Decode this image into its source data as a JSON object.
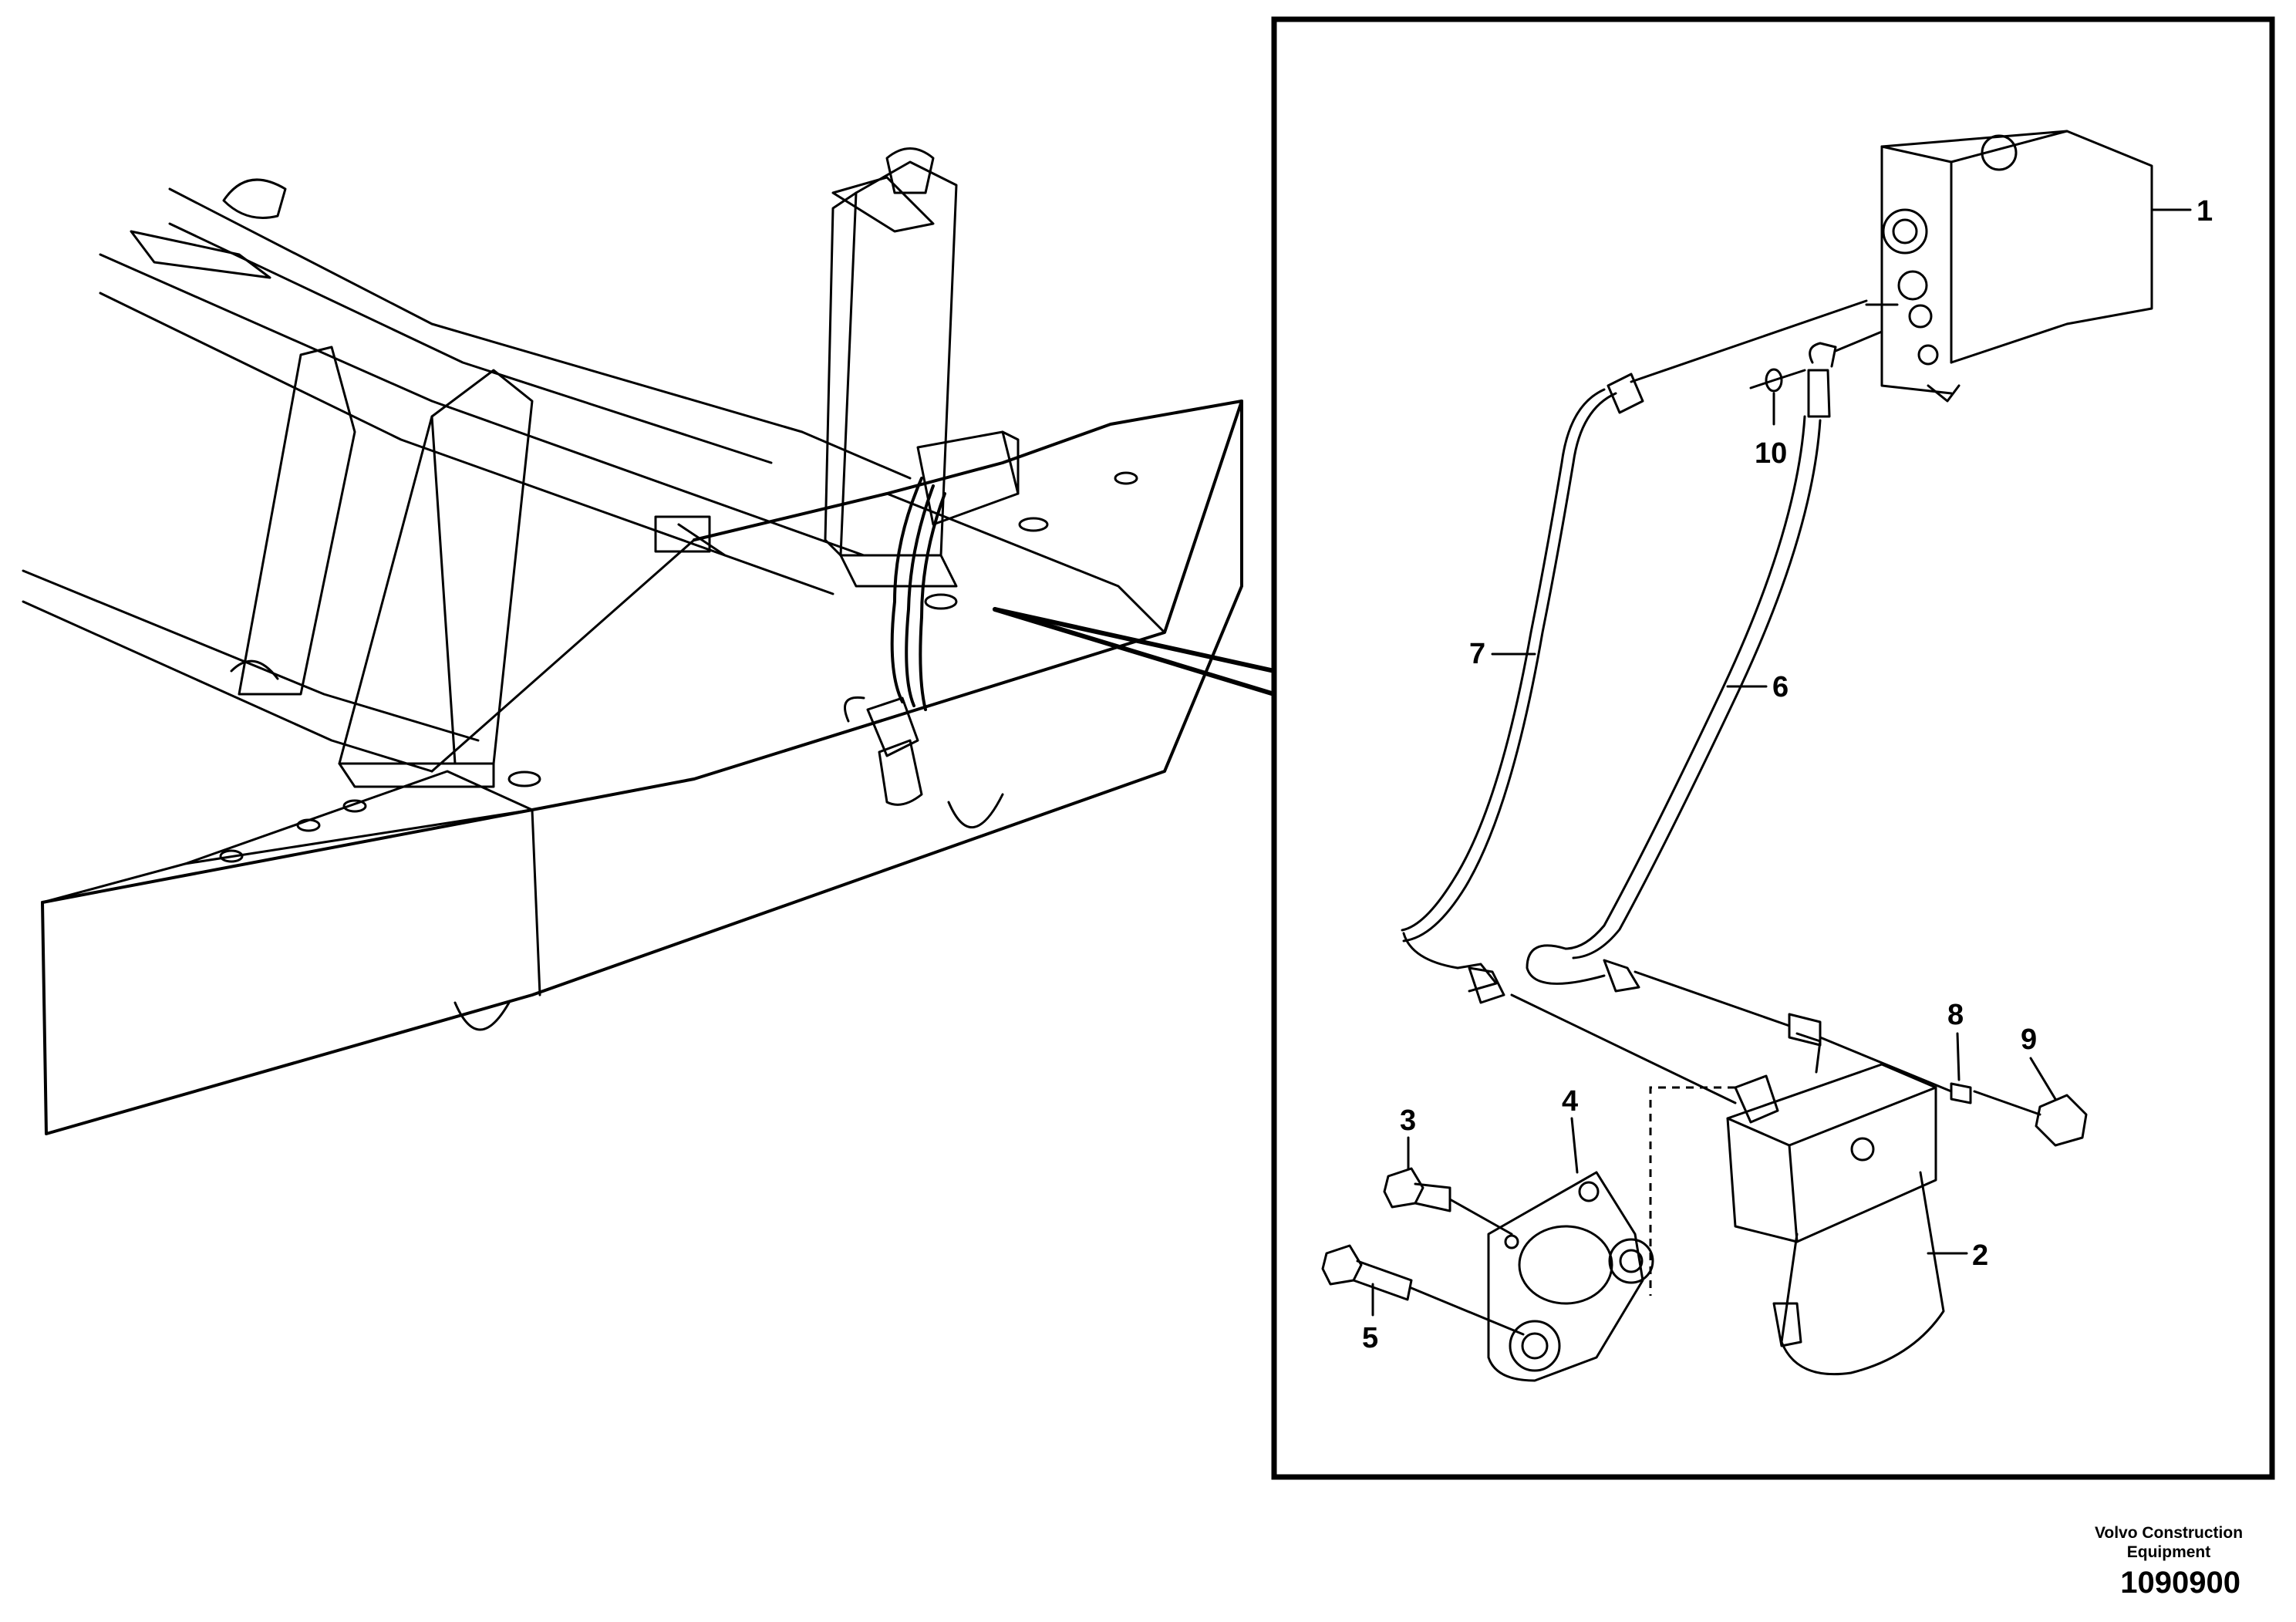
{
  "callouts": [
    {
      "id": "1",
      "label": "1"
    },
    {
      "id": "2",
      "label": "2"
    },
    {
      "id": "3",
      "label": "3"
    },
    {
      "id": "4",
      "label": "4"
    },
    {
      "id": "5",
      "label": "5"
    },
    {
      "id": "6",
      "label": "6"
    },
    {
      "id": "7",
      "label": "7"
    },
    {
      "id": "8",
      "label": "8"
    },
    {
      "id": "9",
      "label": "9"
    },
    {
      "id": "10",
      "label": "10"
    }
  ],
  "footer": {
    "company_line1": "Volvo Construction",
    "company_line2": "Equipment",
    "drawing_number": "1090900"
  }
}
